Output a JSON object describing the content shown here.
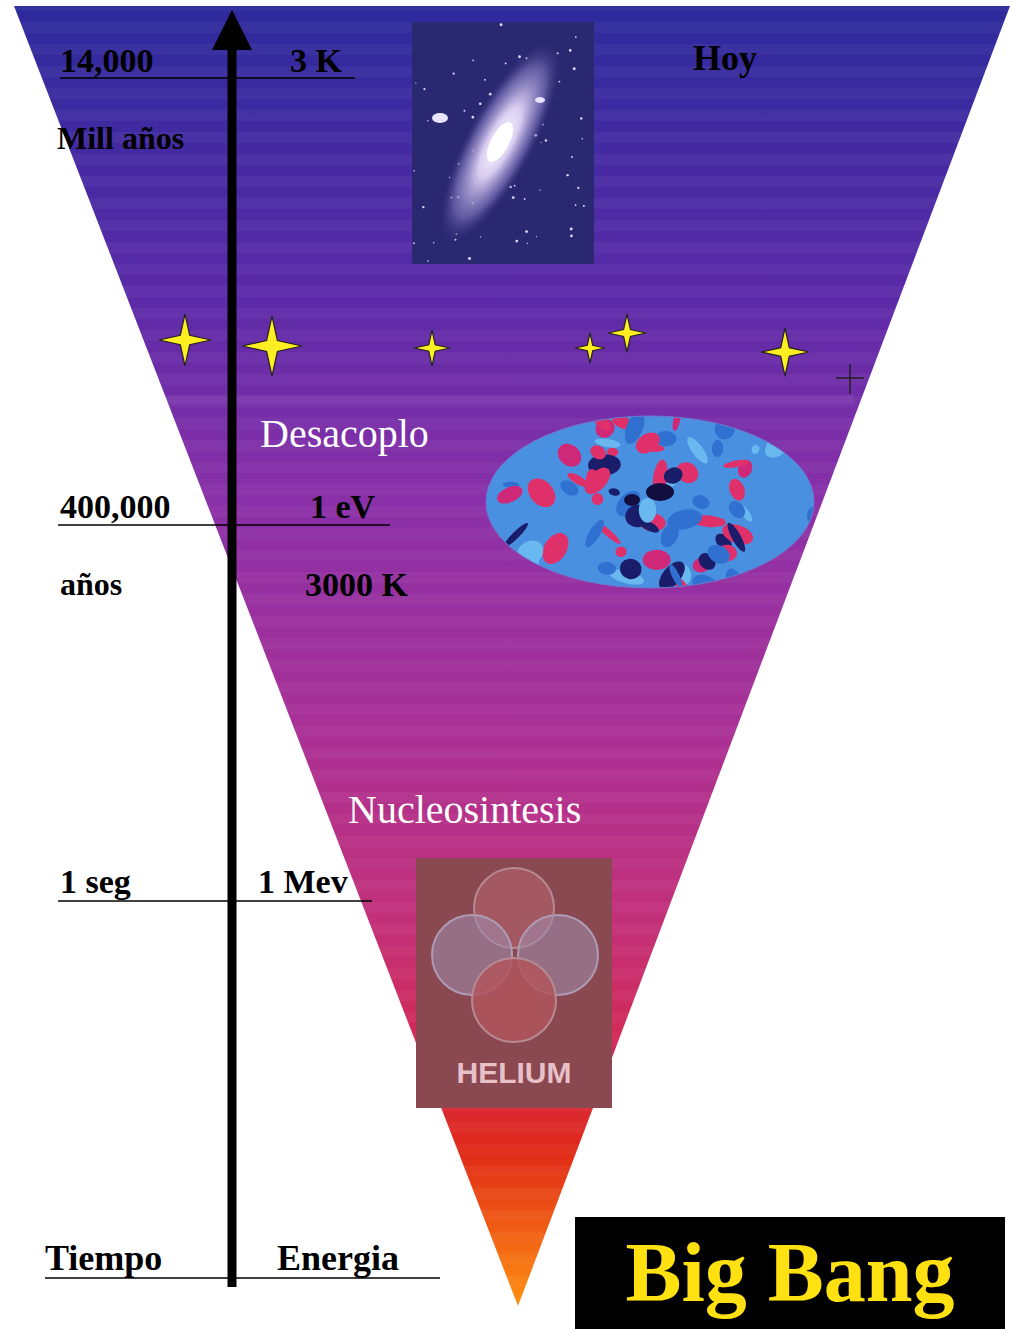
{
  "diagram": {
    "nodes": [
      {
        "text": [
          "HELIUM"
        ]
      },
      {
        "text": [
          "Big Bang"
        ]
      }
    ],
    "labels": [
      "14,000",
      "3 K",
      "Hoy",
      "Mill años",
      "Desacoplo",
      "400,000",
      "1 eV",
      "años",
      "3000 K",
      "Nucleosintesis",
      "1 seg",
      "1 Mev",
      "Tiempo",
      "Energia"
    ]
  }
}
